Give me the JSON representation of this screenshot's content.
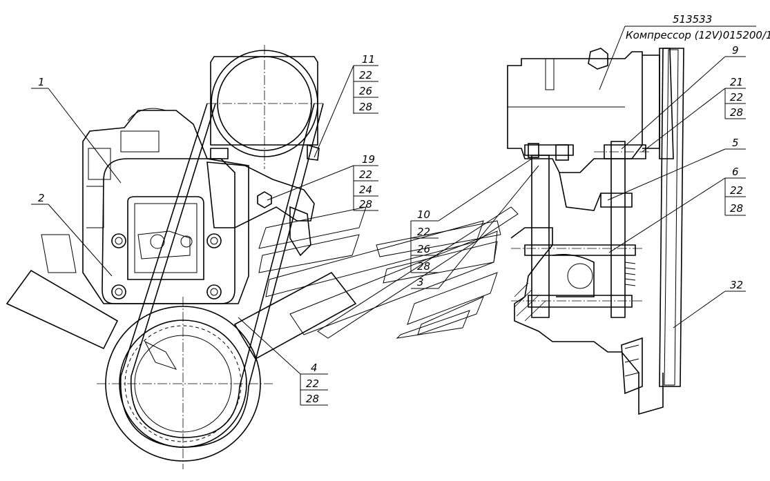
{
  "header": {
    "part_number": "513533",
    "part_name": "Компрессор (12V)015200/1"
  },
  "callouts": {
    "c1": "1",
    "c2": "2",
    "c3": "3",
    "c4": [
      "4",
      "22",
      "28"
    ],
    "c5": "5",
    "c6": [
      "6",
      "22",
      "28"
    ],
    "c9": "9",
    "c10": [
      "10",
      "22",
      "26",
      "28"
    ],
    "c11": [
      "11",
      "22",
      "26",
      "28"
    ],
    "c19": [
      "19",
      "22",
      "24",
      "28"
    ],
    "c21": [
      "21",
      "22",
      "28"
    ],
    "c32": "32"
  }
}
